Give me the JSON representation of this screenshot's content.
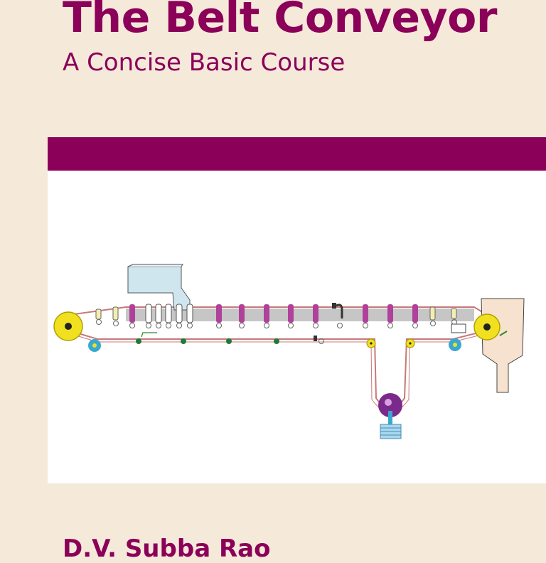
{
  "cover": {
    "title": "The Belt Conveyor",
    "subtitle": "A Concise Basic Course",
    "author": "D.V. Subba Rao"
  },
  "colors": {
    "background": "#f5e9da",
    "accent": "#8b0058",
    "panel": "#ffffff",
    "belt": "#c87878",
    "idler": "#b0419a",
    "pulley": "#f0e020",
    "hopper": "#cfe6ef",
    "snub": "#39a8d0",
    "return_idler": "#1e7a3a",
    "drive": "#7a2a8a"
  },
  "diagram": {
    "carrying_idler_count": 9,
    "impact_idler_count": 5,
    "return_idler_count": 4
  }
}
